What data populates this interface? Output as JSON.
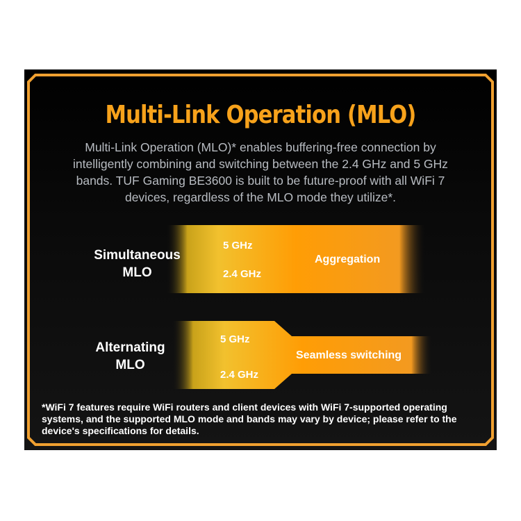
{
  "title": "Multi-Link Operation (MLO)",
  "description": "Multi-Link Operation (MLO)* enables buffering-free connection by intelligently combining and switching between the 2.4 GHz and 5 GHz bands. TUF Gaming BE3600 is built to be future-proof with all WiFi 7 devices, regardless of the MLO mode they utilize*.",
  "modes": [
    {
      "label_line1": "Simultaneous",
      "label_line2": "MLO",
      "band_high": "5 GHz",
      "band_low": "2.4 GHz",
      "result": "Aggregation"
    },
    {
      "label_line1": "Alternating",
      "label_line2": "MLO",
      "band_high": "5 GHz",
      "band_low": "2.4 GHz",
      "result": "Seamless switching"
    }
  ],
  "footnote": "*WiFi 7 features require WiFi routers and client devices with WiFi 7-supported operating systems, and the supported MLO mode and bands may vary by device; please refer to the device's specifications for details.",
  "colors": {
    "accent": "#f7a21b",
    "yellow": "#f2c12e",
    "orange": "#ff9a00"
  }
}
